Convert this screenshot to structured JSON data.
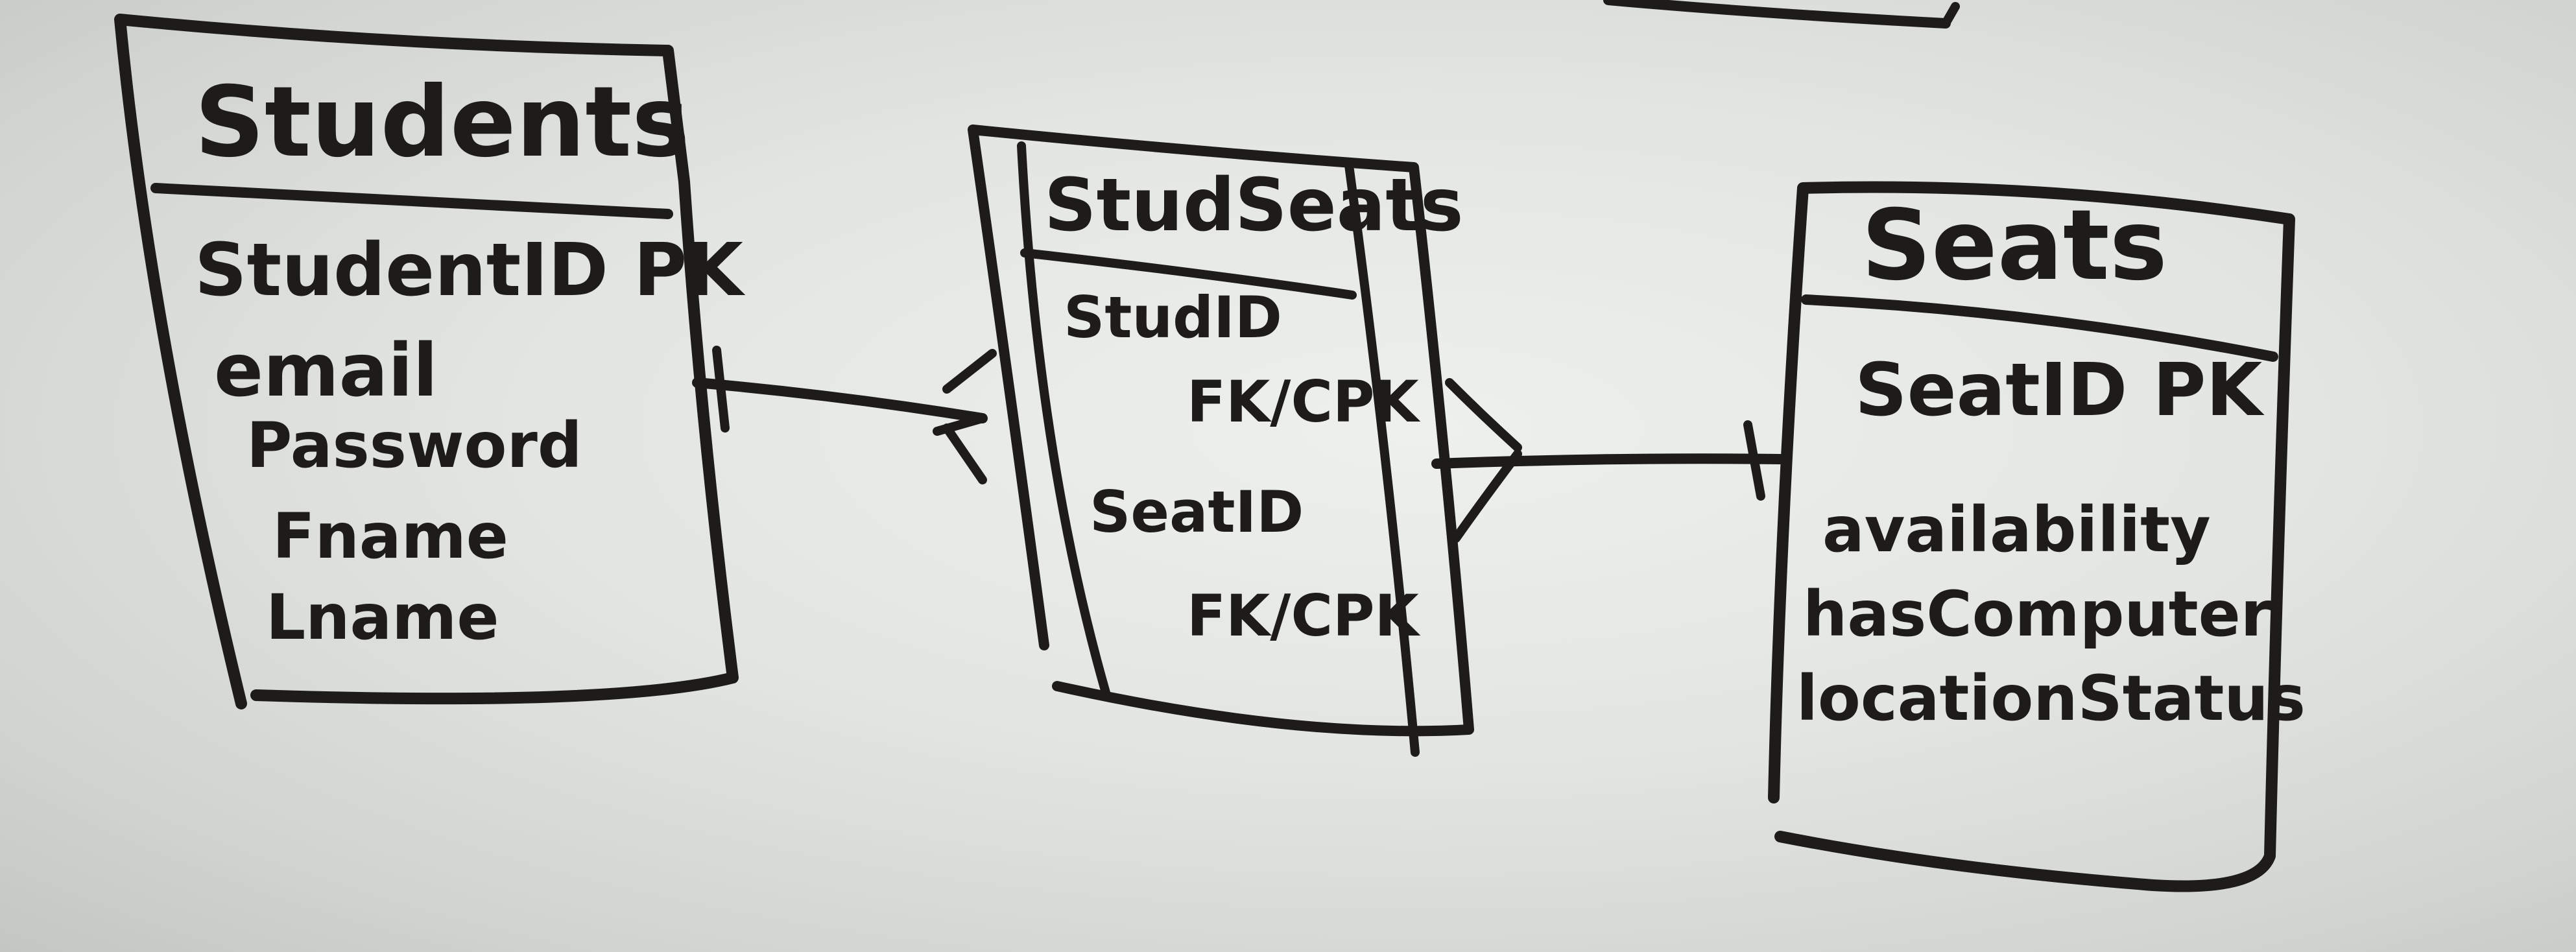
{
  "entities": [
    {
      "id": "students",
      "title": "Students",
      "attributes": [
        "StudentID PK",
        "email",
        "Password",
        "Fname",
        "Lname"
      ]
    },
    {
      "id": "studseats",
      "title": "StudSeats",
      "attributes": [
        "StudID",
        "FK/CPK",
        "SeatID",
        "FK/CPK"
      ]
    },
    {
      "id": "seats",
      "title": "Seats",
      "attributes": [
        "SeatID PK",
        "availability",
        "hasComputer",
        "locationStatus"
      ]
    }
  ],
  "relationships": [
    {
      "from": "students",
      "to": "studseats",
      "from_end": "one",
      "to_end": "many"
    },
    {
      "from": "studseats",
      "to": "seats",
      "from_end": "many",
      "to_end": "one"
    }
  ],
  "colors": {
    "ink": "#1d1c1b",
    "board": "#e3e5e2"
  }
}
